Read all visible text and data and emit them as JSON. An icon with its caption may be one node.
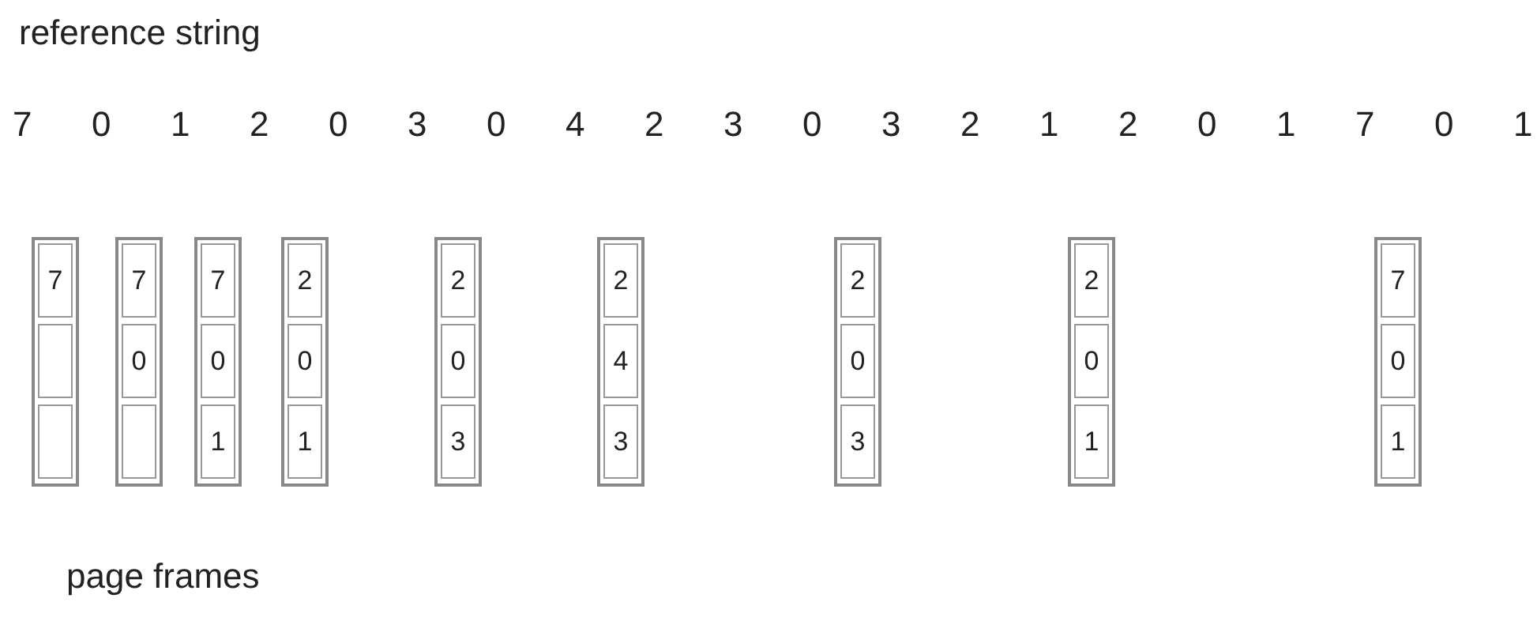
{
  "diagram": {
    "nodes": [
      {
        "text": [
          "7"
        ]
      },
      {
        "text": [],
        "shape": "box"
      },
      {
        "text": [],
        "shape": "box"
      },
      {
        "text": [
          "7"
        ]
      },
      {
        "text": [
          "0"
        ]
      },
      {
        "text": [],
        "shape": "box"
      },
      {
        "text": [
          "7"
        ]
      },
      {
        "text": [
          "0"
        ]
      },
      {
        "text": [
          "1"
        ]
      },
      {
        "text": [
          "2"
        ]
      },
      {
        "text": [
          "0"
        ]
      },
      {
        "text": [
          "1"
        ]
      },
      {
        "text": [
          "2"
        ]
      },
      {
        "text": [
          "0"
        ]
      },
      {
        "text": [
          "3"
        ]
      },
      {
        "text": [
          "2"
        ]
      },
      {
        "text": [
          "4"
        ]
      },
      {
        "text": [
          "3"
        ]
      },
      {
        "text": [
          "2"
        ]
      },
      {
        "text": [
          "0"
        ]
      },
      {
        "text": [
          "3"
        ]
      },
      {
        "text": [
          "2"
        ]
      },
      {
        "text": [
          "0"
        ]
      },
      {
        "text": [
          "1"
        ]
      },
      {
        "text": [
          "7"
        ]
      },
      {
        "text": [
          "0"
        ]
      },
      {
        "text": [
          "1"
        ]
      }
    ],
    "labels": [
      "reference string",
      "7",
      "0",
      "1",
      "2",
      "0",
      "3",
      "0",
      "4",
      "2",
      "3",
      "0",
      "3",
      "2",
      "1",
      "2",
      "0",
      "1",
      "7",
      "0",
      "1",
      "page frames"
    ]
  }
}
